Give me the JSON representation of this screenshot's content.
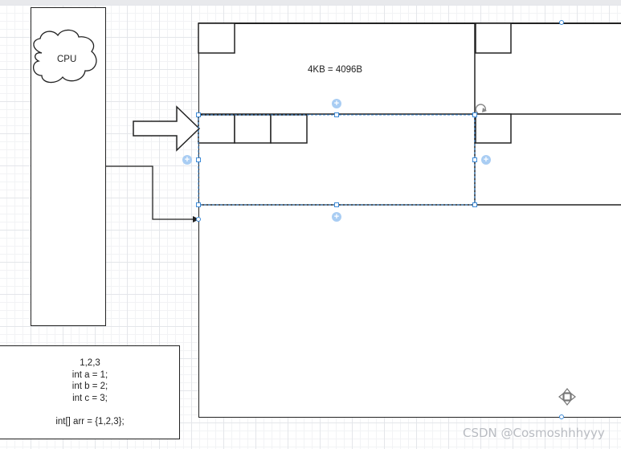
{
  "diagram": {
    "cpu_label": "CPU",
    "memory_page_label": "4KB = 4096B",
    "code_lines": [
      "1,2,3",
      "int a = 1;",
      "int b = 2;",
      "int c = 3;",
      "",
      "int[]  arr = {1,2,3};"
    ]
  },
  "watermark": "CSDN @Cosmoshhhyyy",
  "colors": {
    "stroke": "#222222",
    "selection": "#3d8bd8",
    "plus_handle": "#a9cdf3"
  },
  "icons": [
    "cloud-shape",
    "block-arrow-right",
    "rotate-icon",
    "move-icon"
  ]
}
